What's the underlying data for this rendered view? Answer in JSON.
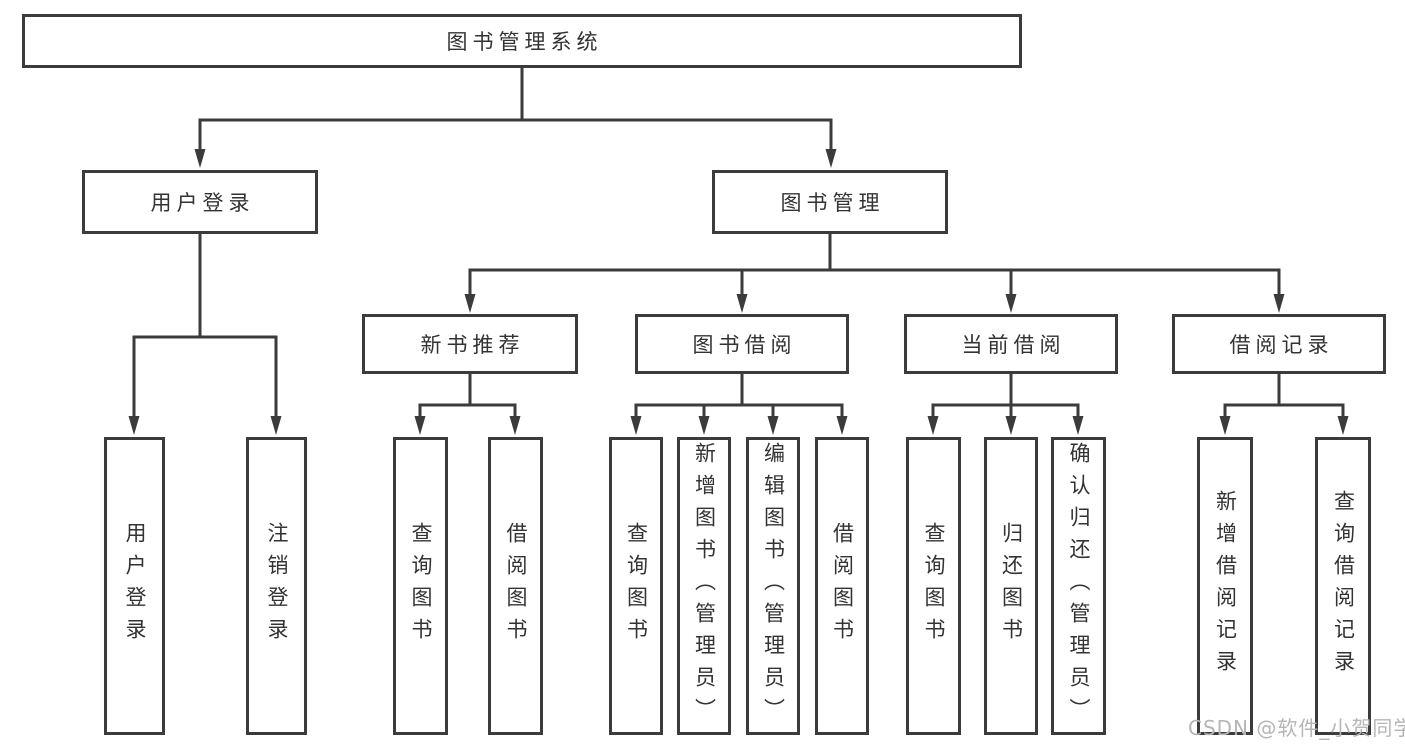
{
  "diagram": {
    "root": {
      "label": "图书管理系统"
    },
    "level2": [
      {
        "label": "用户登录"
      },
      {
        "label": "图书管理"
      }
    ],
    "level3": [
      {
        "label": "新书推荐"
      },
      {
        "label": "图书借阅"
      },
      {
        "label": "当前借阅"
      },
      {
        "label": "借阅记录"
      }
    ],
    "leaves": {
      "user_login": [
        "用户登录",
        "注销登录"
      ],
      "new_books": [
        "查询图书",
        "借阅图书"
      ],
      "book_borrow": [
        "查询图书",
        "新增图书（管理员）",
        "编辑图书（管理员）",
        "借阅图书"
      ],
      "current_borrow": [
        "查询图书",
        "归还图书",
        "确认归还（管理员）"
      ],
      "borrow_records": [
        "新增借阅记录",
        "查询借阅记录"
      ]
    }
  },
  "watermark": "CSDN @软件_小贺同学",
  "colors": {
    "line": "#3b3b3b",
    "text": "#333333",
    "watermark": "#b5b5b5",
    "background": "#ffffff"
  }
}
